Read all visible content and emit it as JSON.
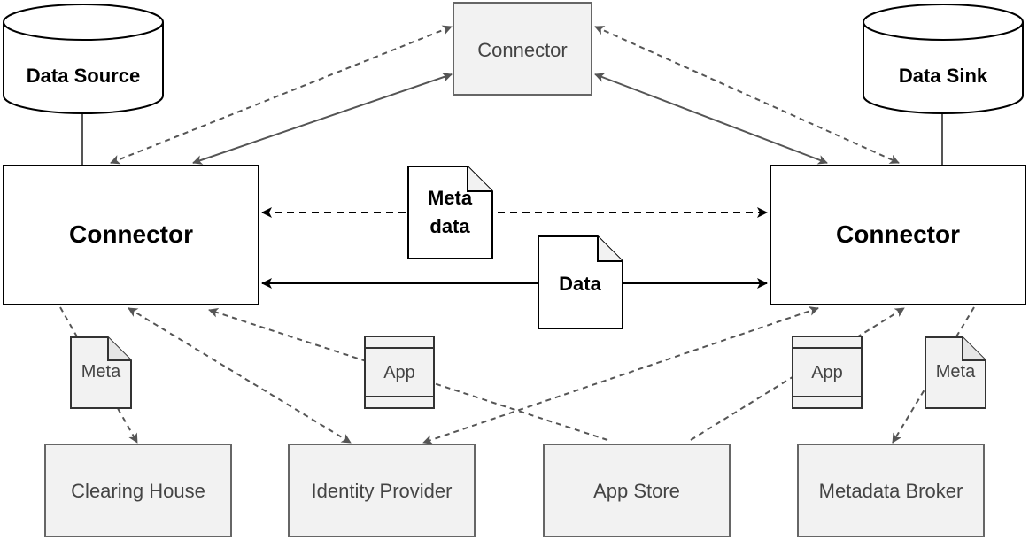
{
  "nodes": {
    "data_source": "Data Source",
    "data_sink": "Data Sink",
    "connector_top": "Connector",
    "connector_left": "Connector",
    "connector_right": "Connector",
    "clearing_house": "Clearing House",
    "identity_provider": "Identity Provider",
    "app_store": "App Store",
    "metadata_broker": "Metadata Broker"
  },
  "documents": {
    "metadata_line1": "Meta",
    "metadata_line2": "data",
    "data": "Data",
    "meta_left": "Meta",
    "meta_right": "Meta",
    "app_left": "App",
    "app_right": "App"
  },
  "colors": {
    "stroke": "#000000",
    "edge": "#555555",
    "gray_fill": "#f2f2f2",
    "gray_stroke": "#666666",
    "gray_text": "#444444"
  }
}
